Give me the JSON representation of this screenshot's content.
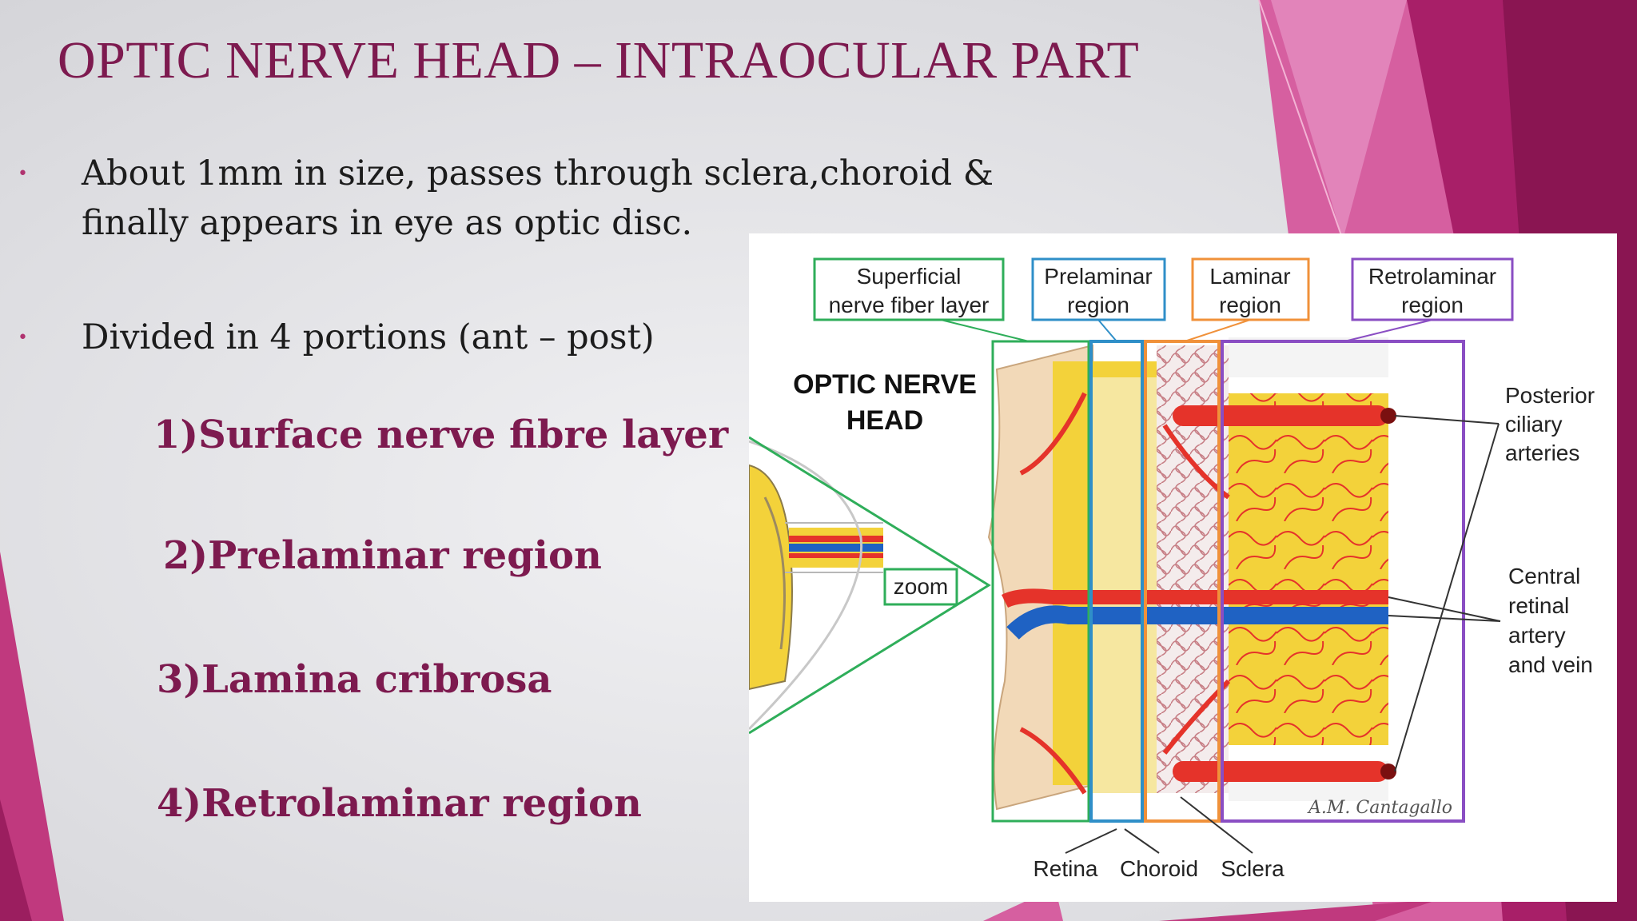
{
  "slide": {
    "title": "OPTIC NERVE HEAD – INTRAOCULAR PART",
    "bullets": [
      {
        "line1": "About 1mm in size, passes through sclera,choroid &",
        "line2": "finally appears in eye as optic  disc."
      },
      {
        "line1": "Divided in 4 portions (ant – post)"
      }
    ],
    "portions": [
      "1)Surface nerve fibre layer",
      "2)Prelaminar region",
      "3)Lamina cribrosa",
      "4)Retrolaminar region"
    ]
  },
  "figure": {
    "heading1": "OPTIC NERVE",
    "heading2": "HEAD",
    "zoom": "zoom",
    "boxes": [
      {
        "l1": "Superficial",
        "l2": "nerve fiber layer",
        "color": "#2fae5a"
      },
      {
        "l1": "Prelaminar",
        "l2": "region",
        "color": "#2f8fc8"
      },
      {
        "l1": "Laminar",
        "l2": "region",
        "color": "#f0913a"
      },
      {
        "l1": "Retrolaminar",
        "l2": "region",
        "color": "#8a4ec3"
      }
    ],
    "right_labels": {
      "posterior": [
        "Posterior",
        "ciliary",
        "arteries"
      ],
      "central": [
        "Central",
        "retinal",
        "artery",
        "and vein"
      ]
    },
    "bottom_labels": [
      "Retina",
      "Choroid",
      "Sclera"
    ],
    "signature": "A.M. Cantagallo"
  },
  "colors": {
    "accent": "#7d1a4f",
    "magenta": "#c0397e",
    "artery": "#e5332a",
    "vein": "#1f62c3",
    "nerve": "#f3d23a"
  }
}
